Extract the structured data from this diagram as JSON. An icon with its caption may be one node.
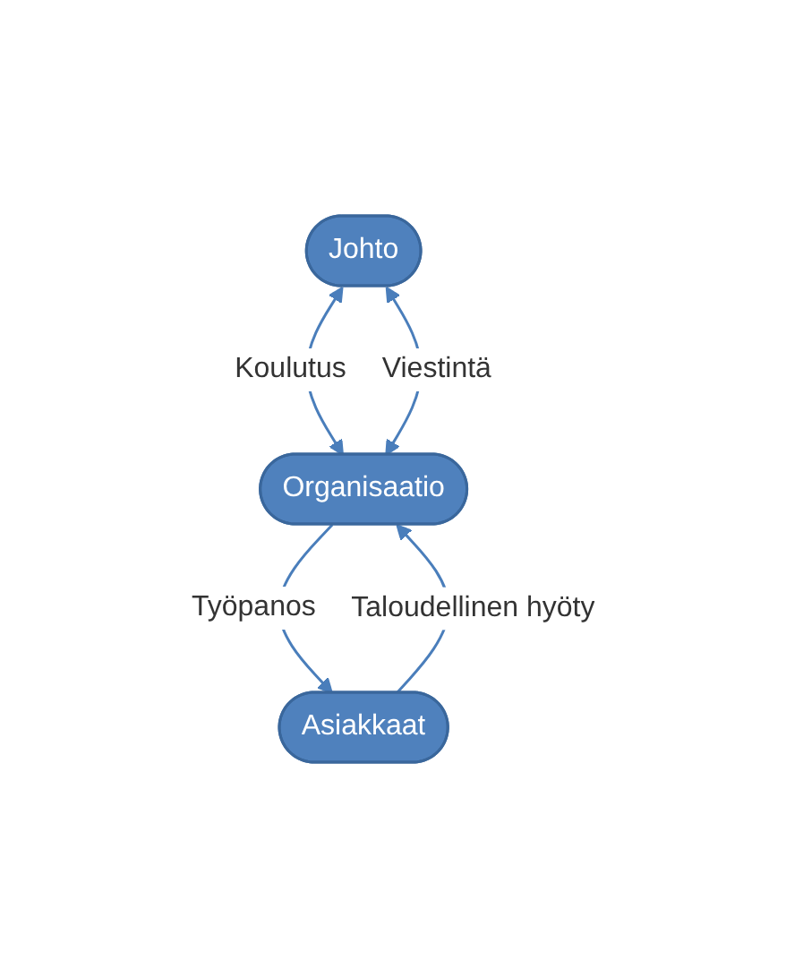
{
  "diagram": {
    "nodes": [
      {
        "text": [
          "Johto"
        ]
      },
      {
        "text": [
          "Organisaatio"
        ]
      },
      {
        "text": [
          "Asiakkaat"
        ]
      }
    ],
    "edges": [
      {
        "from": 0,
        "to": 1,
        "arrow": "both",
        "label": "Koulutus"
      },
      {
        "from": 0,
        "to": 1,
        "arrow": "both",
        "label": "Viestintä"
      },
      {
        "from": 1,
        "to": 2,
        "arrow": "to",
        "label": "Työpanos"
      },
      {
        "from": 2,
        "to": 1,
        "arrow": "to",
        "label": "Taloudellinen hyöty"
      }
    ]
  }
}
